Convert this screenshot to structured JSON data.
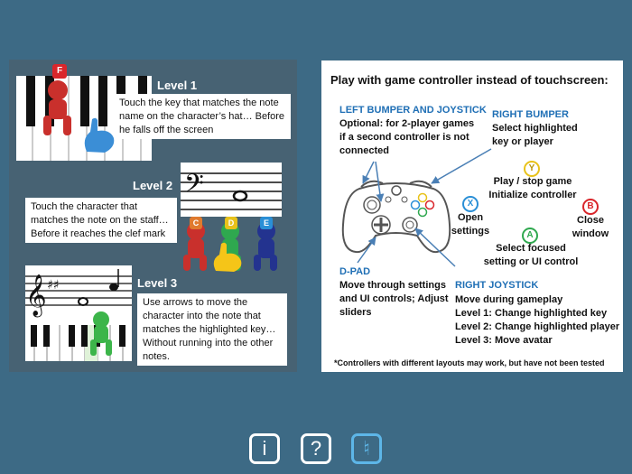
{
  "levels": [
    {
      "title": "Level 1",
      "text": "Touch the key that matches the note name on the character’s hat… Before he falls off the screen",
      "hat_letter": "F"
    },
    {
      "title": "Level 2",
      "text": "Touch the character that matches the note on the staff… Before it reaches the clef mark",
      "hat_letters": [
        "C",
        "D",
        "E"
      ]
    },
    {
      "title": "Level 3",
      "text": "Use arrows to move the character into the note that matches the highlighted key… Without running into the other notes."
    }
  ],
  "controller": {
    "title": "Play with game controller instead of touchscreen:",
    "left_bumper": {
      "heading": "LEFT BUMPER AND JOYSTICK",
      "text": "Optional: for 2-player games if a second controller is not connected"
    },
    "right_bumper": {
      "heading": "RIGHT BUMPER",
      "text": "Select highlighted key or player"
    },
    "y_button": {
      "letter": "Y",
      "text": "Play / stop game Initialize controller"
    },
    "x_button": {
      "letter": "X",
      "text": "Open settings"
    },
    "b_button": {
      "letter": "B",
      "text": "Close window"
    },
    "a_button": {
      "letter": "A",
      "text": "Select focused setting or UI control"
    },
    "dpad": {
      "heading": "D-PAD",
      "text": "Move through settings and UI controls; Adjust sliders"
    },
    "right_joystick": {
      "heading": "RIGHT JOYSTICK",
      "lines": [
        "Move during gameplay",
        "Level 1: Change highlighted key",
        "Level 2: Change highlighted player",
        "Level 3: Move avatar"
      ]
    },
    "footnote": "*Controllers with different layouts may work, but have not been tested",
    "colors": {
      "y": "#e8c21a",
      "x": "#2a8fd6",
      "b": "#d9262b",
      "a": "#2fa84f"
    }
  },
  "bottom_buttons": [
    {
      "name": "info",
      "glyph": "i"
    },
    {
      "name": "help",
      "glyph": "?"
    },
    {
      "name": "controller",
      "glyph": "♮"
    }
  ]
}
